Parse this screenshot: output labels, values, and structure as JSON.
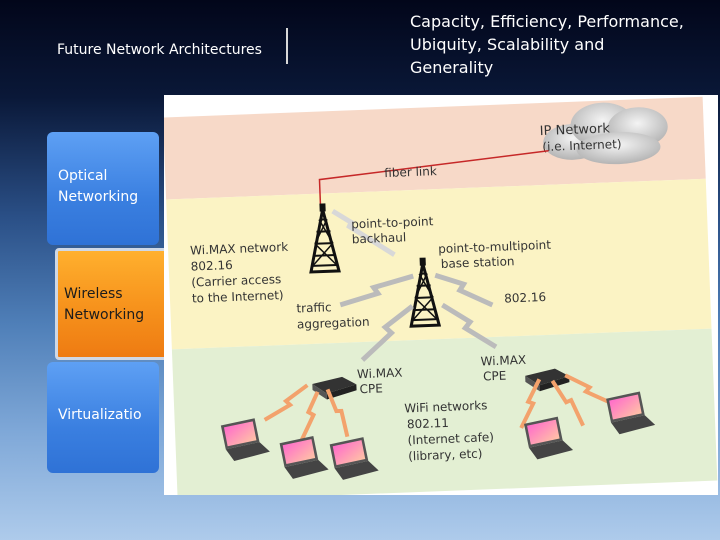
{
  "header": {
    "left_title": "Future Network Architectures",
    "right_lines": [
      "Capacity, Efficiency, Performance,",
      "Ubiquity, Scalability and",
      "Generality"
    ]
  },
  "tabs": [
    {
      "lines": [
        "Optical",
        "Networking"
      ],
      "color": "#3a7fe0"
    },
    {
      "lines": [
        "Wireless",
        "Networking"
      ],
      "color": "#f7941d",
      "selected": true
    },
    {
      "lines": [
        "Virtualizatio"
      ],
      "color": "#3a7fe0"
    }
  ],
  "diagram": {
    "cloud_label": [
      "IP Network",
      "(i.e. Internet)"
    ],
    "fiber_label": "fiber link",
    "wimax_network_label": [
      "Wi.MAX network",
      "802.16",
      "(Carrier access",
      "to the Internet)"
    ],
    "ptp_label": [
      "point-to-point",
      "backhaul"
    ],
    "ptmp_label": [
      "point-to-multipoint",
      "base station"
    ],
    "traffic_label": [
      "traffic",
      "aggregation"
    ],
    "standard_label": "802.16",
    "cpe_left_label": [
      "Wi.MAX",
      "CPE"
    ],
    "cpe_right_label": [
      "Wi.MAX",
      "CPE"
    ],
    "wifi_label": [
      "WiFi networks",
      "802.11",
      "(Internet cafe)",
      "(library, etc)"
    ],
    "band_colors": {
      "top": "#f7d9c8",
      "middle": "#fbf3c4",
      "bottom": "#e3efd3"
    }
  }
}
